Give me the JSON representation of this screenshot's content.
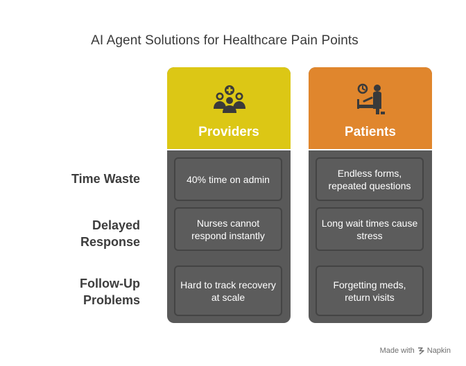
{
  "title": "AI Agent Solutions for Healthcare Pain Points",
  "rows": [
    {
      "label": "Time Waste"
    },
    {
      "label": "Delayed\nResponse"
    },
    {
      "label": "Follow-Up\nProblems"
    }
  ],
  "columns": [
    {
      "title": "Providers",
      "color": "#dcc715",
      "icon": "healthcare-team-icon",
      "cells": [
        "40% time on admin",
        "Nurses cannot respond instantly",
        "Hard to track recovery at scale"
      ]
    },
    {
      "title": "Patients",
      "color": "#e0862d",
      "icon": "patient-waiting-icon",
      "cells": [
        "Endless forms, repeated questions",
        "Long wait times cause stress",
        "Forgetting meds, return visits"
      ]
    }
  ],
  "footer": {
    "made_with": "Made with",
    "brand": "Napkin"
  }
}
